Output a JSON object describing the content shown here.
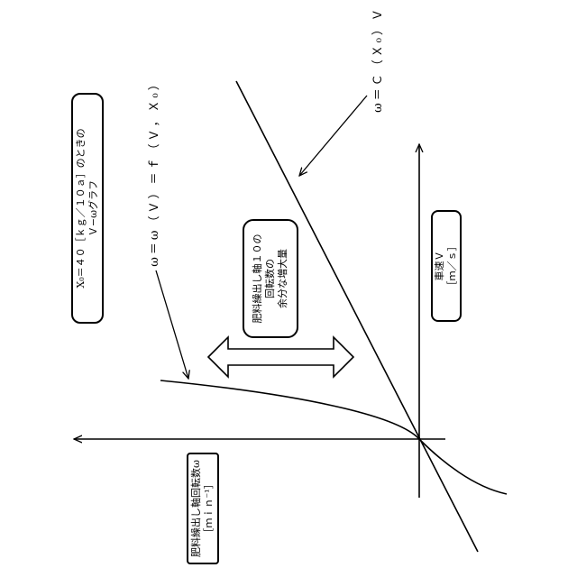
{
  "labels": {
    "graph_condition_line1": "X₀＝４０［ｋｇ／１０ａ］のときの",
    "graph_condition_line2": "Ｖ−ωグラフ",
    "curve_formula": "ω＝ω（Ｖ）＝ｆ（Ｖ，Ｘ₀）",
    "line_formula": "ω＝Ｃ（Ｘ₀）Ｖ",
    "speed_axis_line1": "車速Ｖ",
    "speed_axis_line2": "［ｍ／ｓ］",
    "rpm_axis_line1": "肥料繰出し軸回転数ω",
    "rpm_axis_line2": "［ｍｉｎ⁻¹］",
    "margin_note_line1": "肥料繰出し軸１０の",
    "margin_note_line2": "回転数の",
    "margin_note_line3": "余分な増大量"
  }
}
